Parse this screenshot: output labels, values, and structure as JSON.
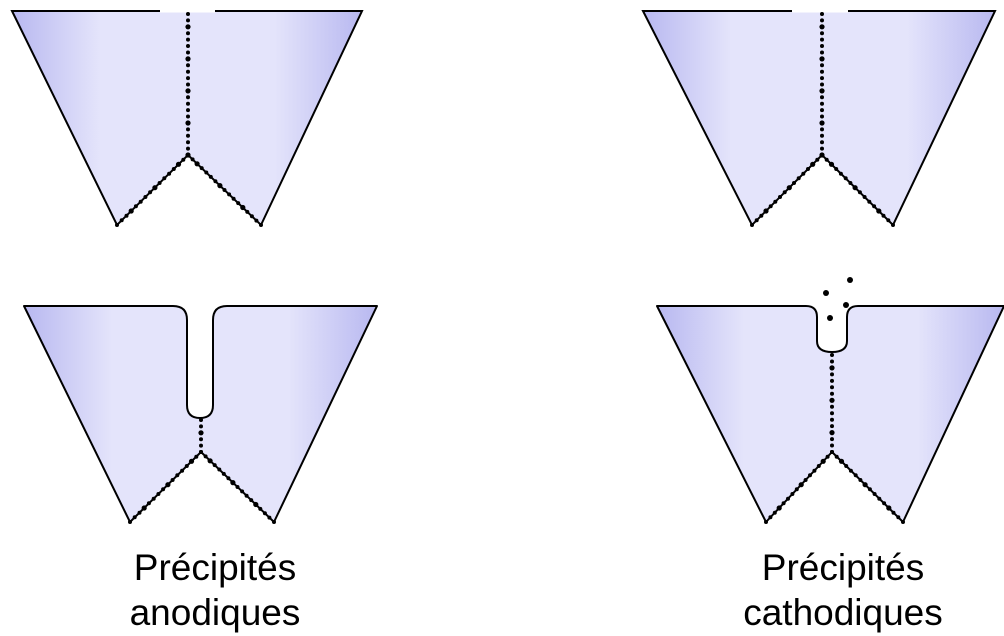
{
  "captions": {
    "anodic": {
      "line1": "Précipités",
      "line2": "anodiques"
    },
    "cathodic": {
      "line1": "Précipités",
      "line2": "cathodiques"
    }
  },
  "colors": {
    "grain_fill_light": "#e4e4fb",
    "grain_fill_edge": "#b8b8f0",
    "outline": "#000000",
    "precipitate": "#000000",
    "background": "#ffffff"
  }
}
